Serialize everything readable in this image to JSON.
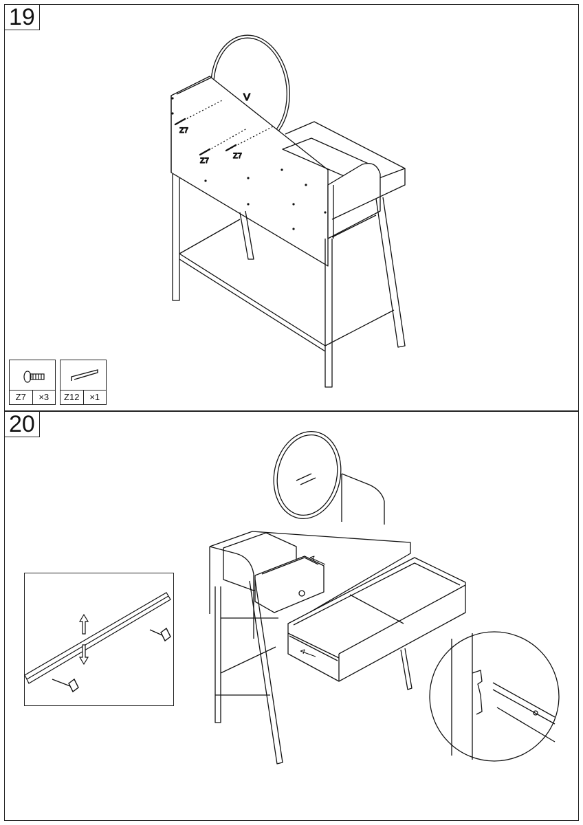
{
  "steps": [
    {
      "number": "19",
      "part_label": "V",
      "screw_labels": [
        "Z7",
        "Z7",
        "Z7"
      ],
      "hardware": [
        {
          "code": "Z7",
          "qty": "×3",
          "icon": "screw-icon"
        },
        {
          "code": "Z12",
          "qty": "×1",
          "icon": "allen-key-icon"
        }
      ]
    },
    {
      "number": "20",
      "arrows": [
        "drawer-insert-arrow",
        "drawer-slide-arrow",
        "small-drawer-insert-arrow"
      ],
      "details": [
        "rail-screw-detail",
        "rail-hook-detail"
      ]
    }
  ]
}
